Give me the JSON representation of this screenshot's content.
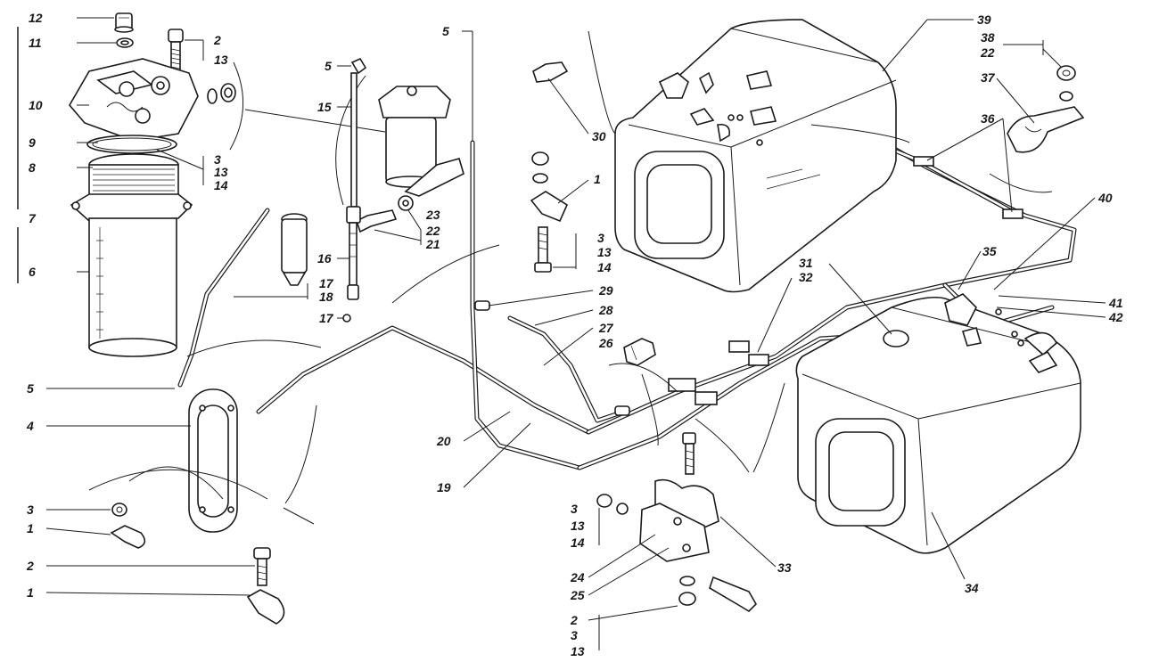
{
  "labels": {
    "l12": "12",
    "l11": "11",
    "l10": "10",
    "l9": "9",
    "l8": "8",
    "l7": "7",
    "l6": "6",
    "l2a": "2",
    "l13a": "13",
    "l3b": "3",
    "l13b": "13",
    "l14b": "14",
    "l5a": "5",
    "l15": "15",
    "l16": "16",
    "l17a": "17",
    "l18": "18",
    "l17b": "17",
    "l23": "23",
    "l22a": "22",
    "l21": "21",
    "l5b": "5",
    "l30": "30",
    "l1a": "1",
    "l3c": "3",
    "l13c": "13",
    "l14c": "14",
    "l29": "29",
    "l28": "28",
    "l27": "27",
    "l26": "26",
    "l20": "20",
    "l19": "19",
    "l5c": "5",
    "l4": "4",
    "l3a": "3",
    "l1b": "1",
    "l2b": "2",
    "l1c": "1",
    "l39": "39",
    "l38": "38",
    "l22b": "22",
    "l37": "37",
    "l36": "36",
    "l40": "40",
    "l35": "35",
    "l31": "31",
    "l32": "32",
    "l41": "41",
    "l42": "42",
    "l33": "33",
    "l34": "34",
    "l3d": "3",
    "l13d": "13",
    "l14d": "14",
    "l24": "24",
    "l25": "25",
    "l2c": "2",
    "l3e": "3",
    "l13e": "13"
  }
}
